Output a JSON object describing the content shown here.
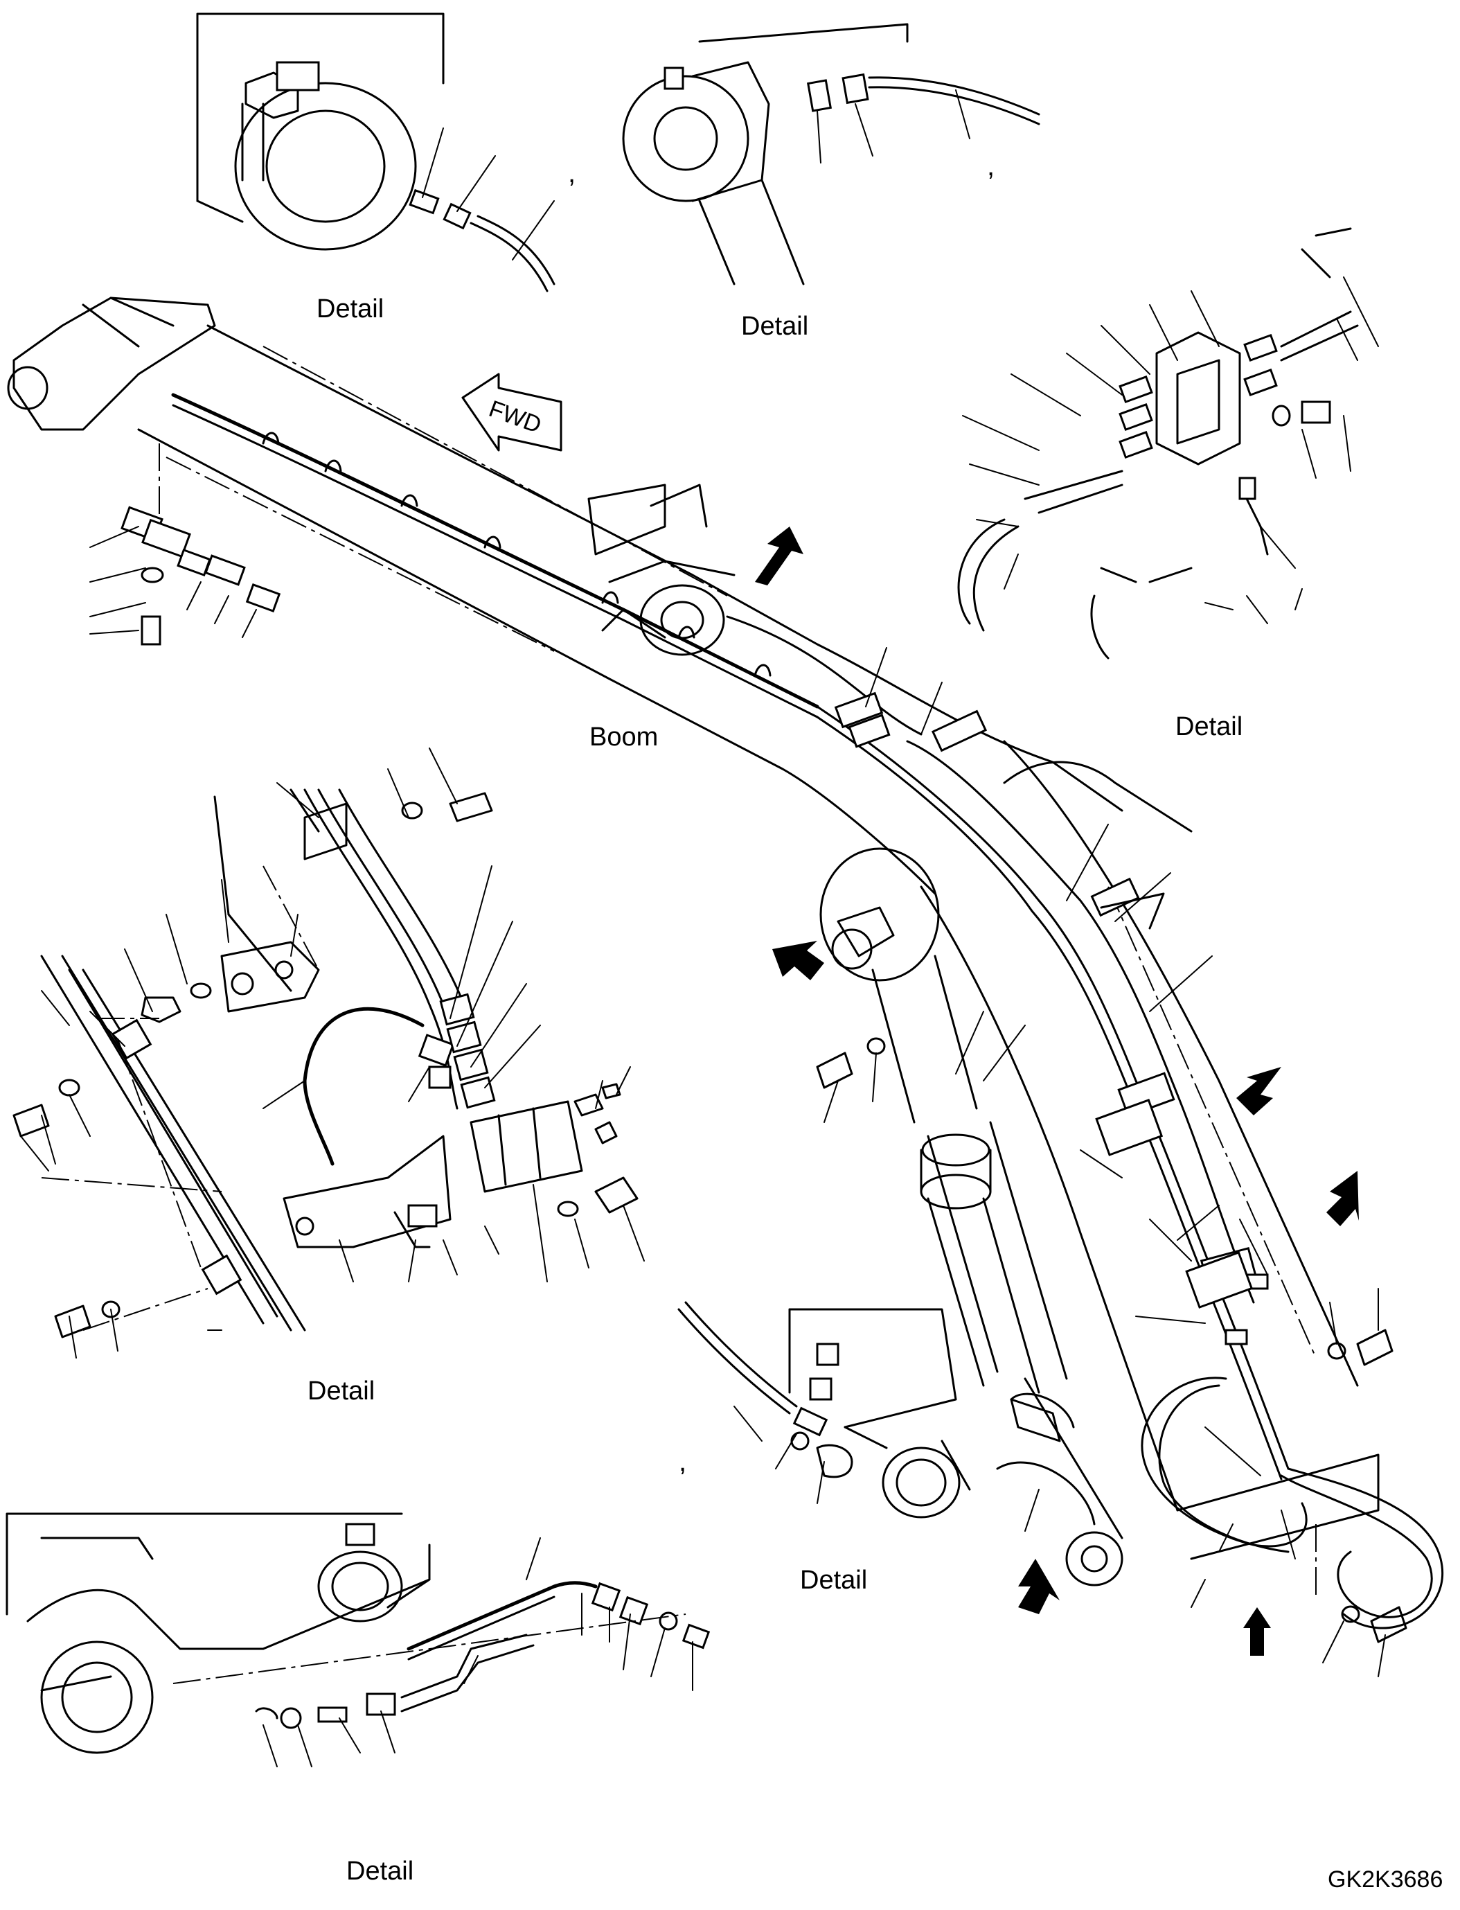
{
  "labels": {
    "detail_top_left": "Detail",
    "detail_top_center": "Detail",
    "detail_top_right": "Detail",
    "boom": "Boom",
    "detail_mid_left": "Detail",
    "detail_mid_center": "Detail",
    "detail_bottom_left": "Detail",
    "fwd": "FWD",
    "drawing_code": "GK2K3686"
  },
  "commas": [
    ",",
    ",",
    ","
  ]
}
